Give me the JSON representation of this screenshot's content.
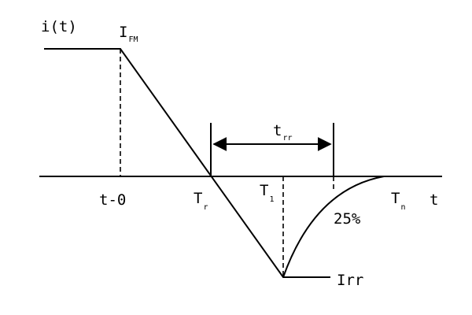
{
  "labels": {
    "y_axis": "i(t)",
    "x_axis": "t",
    "ifm_main": "I",
    "ifm_sub": "FM",
    "t0": "t-0",
    "tr_main": "T",
    "tr_sub": "r",
    "t1_main": "T",
    "t1_sub": "1",
    "tn_main": "T",
    "tn_sub": "n",
    "trr_main": "t",
    "trr_sub": "rr",
    "percent": "25%",
    "irr": "Irr"
  },
  "colors": {
    "ink": "#000000",
    "background": "#ffffff"
  }
}
